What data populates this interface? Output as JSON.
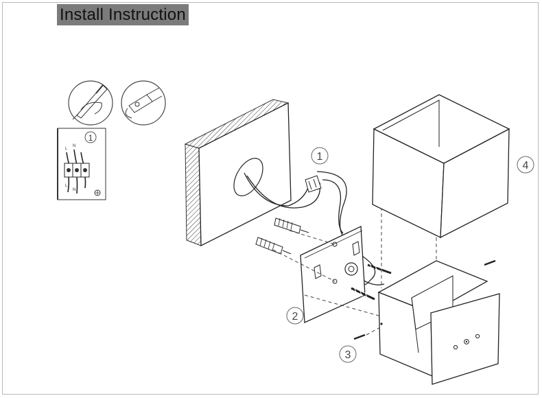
{
  "header": {
    "title": "Install Instruction"
  },
  "steps": [
    {
      "id": "1",
      "label": "1"
    },
    {
      "id": "2",
      "label": "2"
    },
    {
      "id": "3",
      "label": "3"
    },
    {
      "id": "4",
      "label": "4"
    }
  ],
  "wiring": {
    "step_label": "1",
    "terminal_labels": [
      "L",
      "N",
      "L",
      "N"
    ]
  }
}
